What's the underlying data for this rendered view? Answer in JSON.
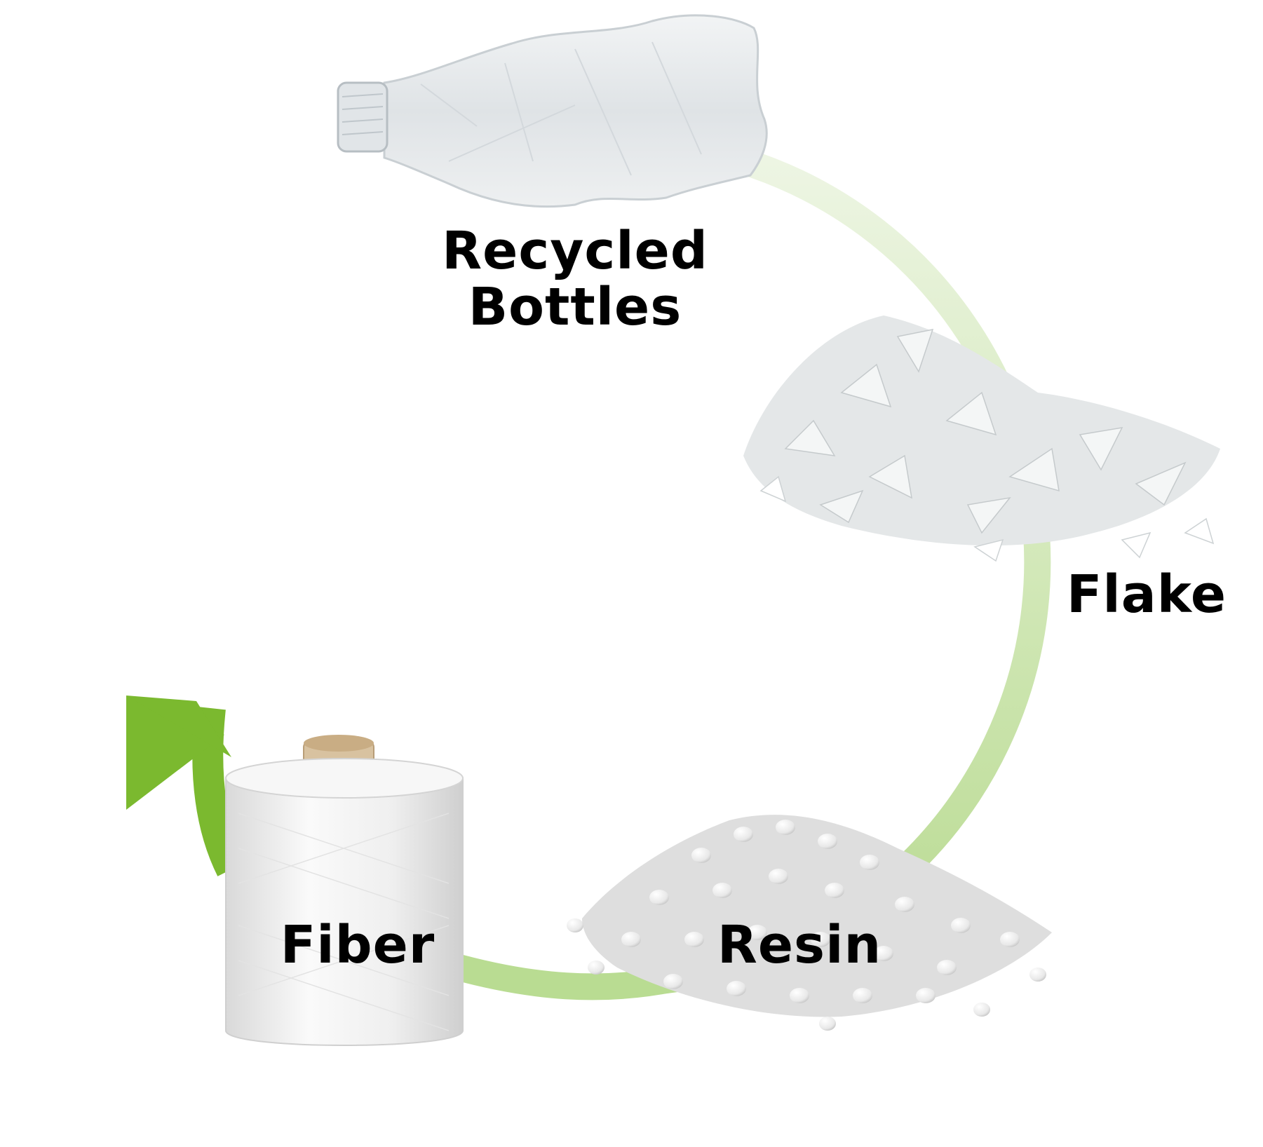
{
  "stages": {
    "bottles": {
      "line1": "Recycled",
      "line2": "Bottles"
    },
    "flake": {
      "label": "Flake"
    },
    "resin": {
      "label": "Resin"
    },
    "fiber": {
      "label": "Fiber"
    }
  },
  "colors": {
    "cycle_light": "#e6f1d9",
    "cycle_mid": "#c3df9f",
    "arrow": "#7bb92f",
    "background": "#ffffff"
  }
}
